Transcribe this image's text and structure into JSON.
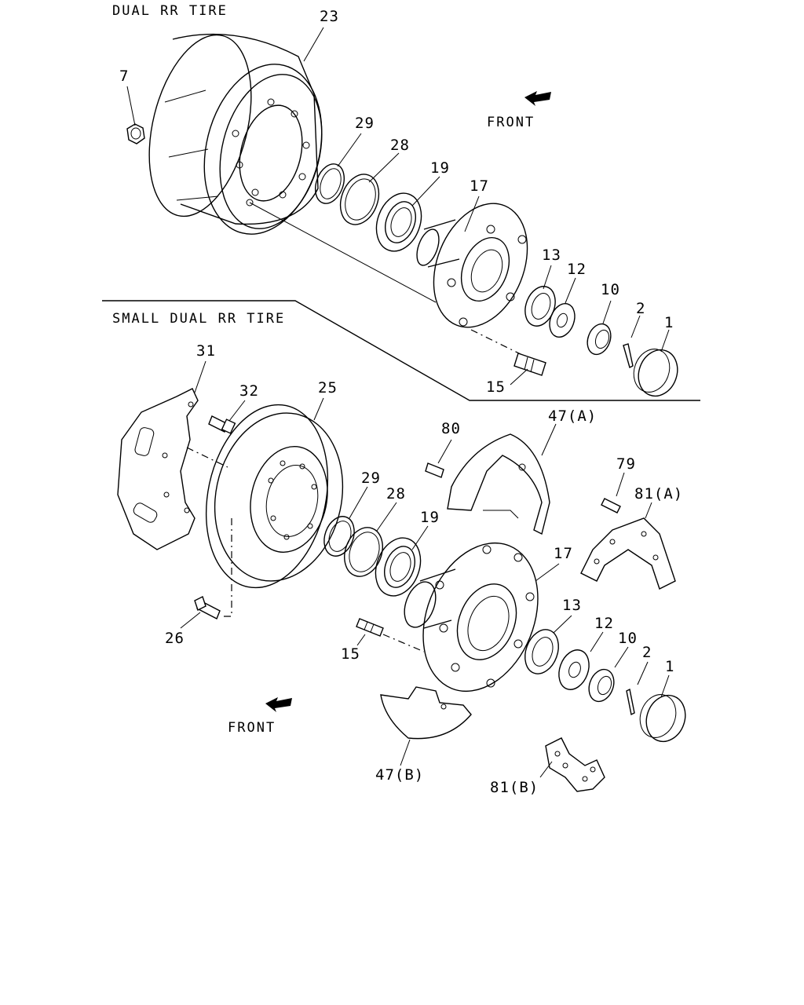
{
  "sections": {
    "upper": "DUAL RR TIRE",
    "lower": "SMALL DUAL RR TIRE"
  },
  "front_label": "FRONT",
  "upper_parts": [
    "23",
    "7",
    "29",
    "28",
    "19",
    "17",
    "13",
    "12",
    "10",
    "2",
    "1",
    "15"
  ],
  "lower_parts": [
    "31",
    "32",
    "25",
    "80",
    "47(A)",
    "79",
    "81(A)",
    "29",
    "28",
    "19",
    "17",
    "13",
    "12",
    "10",
    "2",
    "1",
    "26",
    "15",
    "47(B)",
    "81(B)"
  ],
  "icons": [
    "front-arrow-icon"
  ]
}
